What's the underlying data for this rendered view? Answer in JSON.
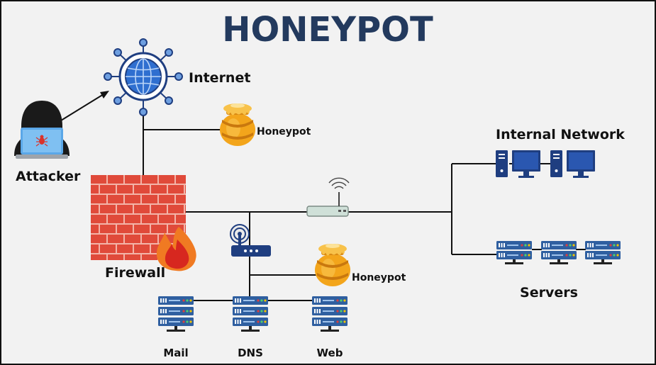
{
  "title": "HONEYPOT",
  "labels": {
    "internet": "Internet",
    "attacker": "Attacker",
    "honeypot_top": "Honeypot",
    "honeypot_bottom": "Honeypot",
    "firewall": "Firewall",
    "internal_network": "Internal Network",
    "servers": "Servers",
    "mail": "Mail",
    "dns": "DNS",
    "web": "Web"
  },
  "colors": {
    "title": "#233a5e",
    "brick": "#e04a3a",
    "mortar": "#f3b4a8",
    "honey": "#f3a51b",
    "navy": "#1f3e80",
    "server_blue": "#2f5fa0",
    "line": "#111111"
  },
  "icons": {
    "globe": "internet-globe-icon",
    "attacker": "hooded-hacker-icon",
    "honeypot": "honey-pot-icon",
    "firewall": "brick-wall-fire-icon",
    "router": "wifi-router-icon",
    "server": "server-rack-icon",
    "computer": "desktop-computer-icon"
  }
}
